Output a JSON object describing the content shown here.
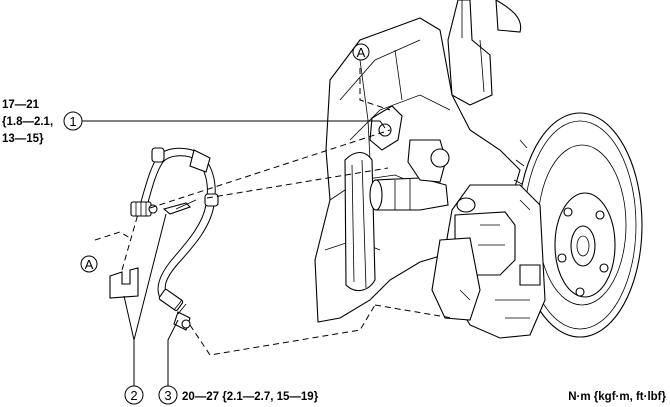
{
  "callouts": [
    {
      "number": "1"
    },
    {
      "number": "2"
    },
    {
      "number": "3"
    }
  ],
  "view_markers": [
    {
      "letter": "A"
    },
    {
      "letter": "A"
    }
  ],
  "torque_1": {
    "line1": "17—21",
    "line2": "{1.8—2.1,",
    "line3": "13—15}"
  },
  "torque_3": "20—27 {2.1—2.7, 15—19}",
  "units": "N·m {kgf·m, ft·lbf}"
}
